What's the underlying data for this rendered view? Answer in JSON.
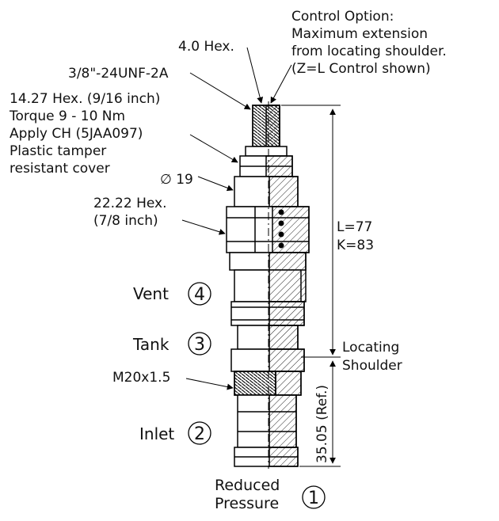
{
  "callouts": {
    "control_option": [
      "Control Option:",
      "Maximum extension",
      "from locating shoulder.",
      "(Z=L Control shown)"
    ],
    "hex_small": "4.0 Hex.",
    "thread": "3/8\"-24UNF-2A",
    "hex_1427": [
      "14.27 Hex. (9/16 inch)",
      "Torque 9 - 10 Nm",
      "Apply CH (5JAA097)",
      "Plastic tamper",
      "resistant cover"
    ],
    "diameter": "∅ 19",
    "hex_2222": [
      "22.22 Hex.",
      "(7/8 inch)"
    ],
    "thread_m20": "M20x1.5",
    "locating_shoulder": [
      "Locating",
      "Shoulder"
    ]
  },
  "dimensions": {
    "length_l": "L=77",
    "length_k": "K=83",
    "ref_length": "35.05 (Ref.)"
  },
  "ports": [
    {
      "label": "Vent",
      "number": "4"
    },
    {
      "label": "Tank",
      "number": "3"
    },
    {
      "label": "Inlet",
      "number": "2"
    },
    {
      "label": "Reduced\nPressure",
      "label_lines": [
        "Reduced",
        "Pressure"
      ],
      "number": "1"
    }
  ]
}
